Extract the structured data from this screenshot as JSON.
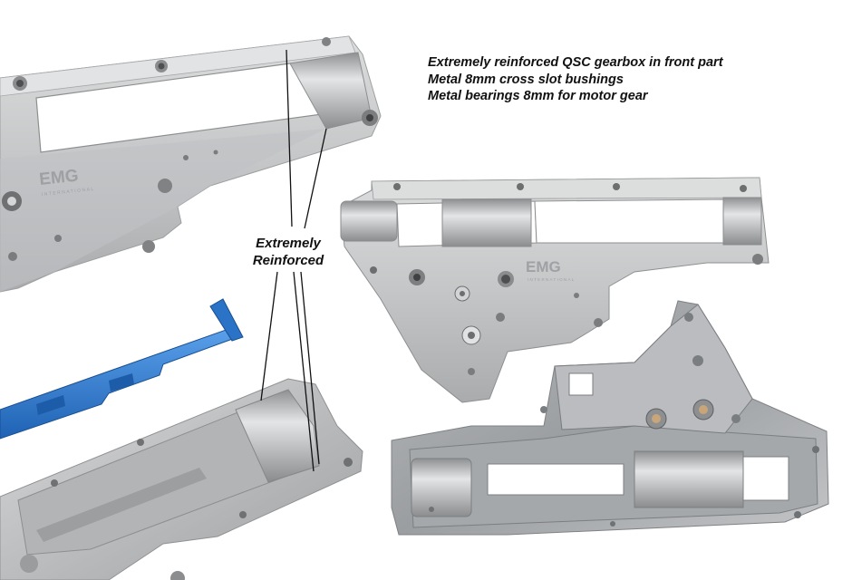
{
  "features": [
    "Extremely reinforced QSC gearbox in front part",
    "Metal 8mm cross slot bushings",
    "Metal bearings 8mm for motor gear"
  ],
  "callout": {
    "line1": "Extremely",
    "line2": "Reinforced"
  },
  "brand": {
    "mark": "EMG",
    "sub": "INTERNATIONAL"
  },
  "colors": {
    "background": "#ffffff",
    "aluminum": "#c9cacb",
    "aluminum_dark": "#8f9193",
    "tappet_blue": "#2f7fd4",
    "text": "#111111"
  }
}
